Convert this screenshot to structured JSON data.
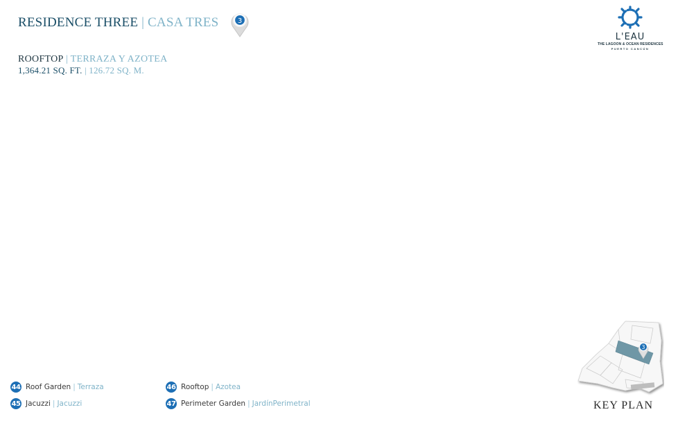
{
  "header": {
    "title_en": "RESIDENCE THREE",
    "separator": "|",
    "title_es": "CASA TRES",
    "pin_number": "3"
  },
  "area": {
    "name_en": "ROOFTOP",
    "separator": "|",
    "name_es": "TERRAZA Y AZOTEA",
    "sqft": "1,364.21 SQ. FT.",
    "sqm": "126.72 SQ. M."
  },
  "logo": {
    "brand": "L'EAU",
    "tagline": "THE LAGOON & OCEAN RESIDENCES",
    "location": "PUERTO CANCÚN"
  },
  "legend": [
    {
      "number": "44",
      "label_en": "Roof Garden",
      "label_es": "Terraza"
    },
    {
      "number": "45",
      "label_en": "Jacuzzi",
      "label_es": "Jacuzzi"
    },
    {
      "number": "46",
      "label_en": "Rooftop",
      "label_es": "Azotea"
    },
    {
      "number": "47",
      "label_en": "Perimeter Garden",
      "label_es": "JardínPerimetral"
    }
  ],
  "key_plan": {
    "label": "KEY PLAN",
    "pin_number": "3"
  },
  "colors": {
    "primary_dark": "#1a4e67",
    "accent_light": "#7fb3c8",
    "badge_blue": "#1d6fb5",
    "highlight_unit": "#6f97a6"
  }
}
